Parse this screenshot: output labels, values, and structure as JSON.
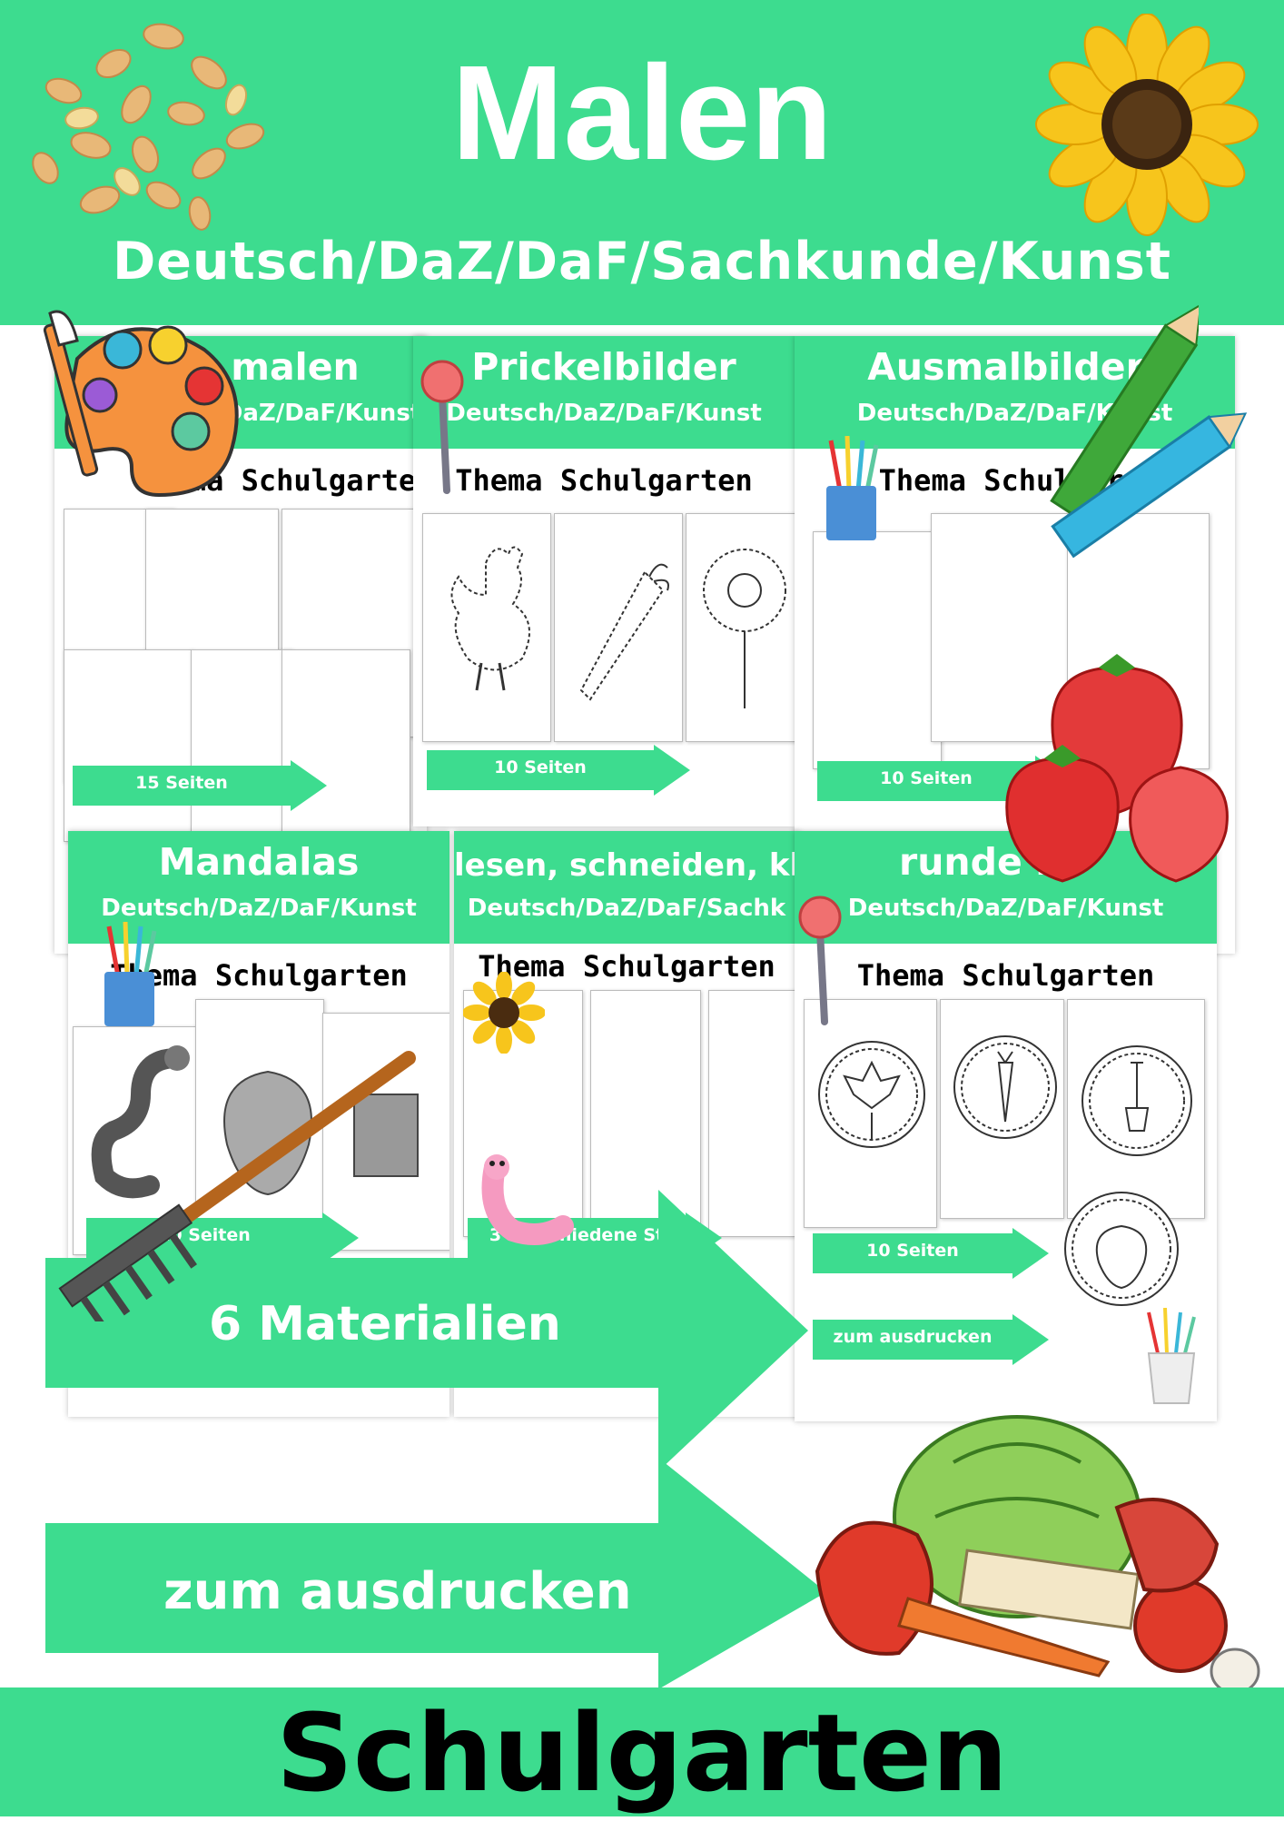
{
  "header": {
    "title": "Malen",
    "subjects": "Deutsch/DaZ/DaF/Sachkunde/Kunst"
  },
  "cards": [
    {
      "title": "malen",
      "subjects": "DaZ/DaF/Kunst",
      "theme": "Thema Schulgarten",
      "pages": "15 Seiten"
    },
    {
      "title": "Prickelbilder",
      "subjects": "Deutsch/DaZ/DaF/Kunst",
      "theme": "Thema Schulgarten",
      "pages": "10 Seiten"
    },
    {
      "title": "Ausmalbilder",
      "subjects": "Deutsch/DaZ/DaF/Kunst",
      "theme": "Thema Schulgar",
      "pages": "10 Seiten"
    },
    {
      "title": "Mandalas",
      "subjects": "Deutsch/DaZ/DaF/Kunst",
      "theme": "Thema Schulgarten",
      "pages": "10 Seiten"
    },
    {
      "title": "lesen, schneiden, kle",
      "subjects": "Deutsch/DaZ/DaF/Sachk",
      "theme": "Thema Schulgarten",
      "pages": "3 verschiedene St"
    },
    {
      "title": "runde Pr",
      "subjects": "Deutsch/DaZ/DaF/Kunst",
      "theme": "Thema Schulgarten",
      "pages": "10 Seiten",
      "print": "zum ausdrucken"
    }
  ],
  "promo": {
    "materials": "6 Materialien",
    "print": "zum ausdrucken"
  },
  "footer": {
    "title": "Schulgarten"
  },
  "colors": {
    "brand_green": "#3ddc8f",
    "text_dark": "#000000"
  },
  "icons": [
    "seeds-icon",
    "sunflower-icon",
    "paint-palette-icon",
    "pushpin-icon",
    "pencil-icon",
    "strawberry-icon",
    "rake-icon",
    "vegetables-icon",
    "worm-icon",
    "crayon-cup-icon"
  ]
}
